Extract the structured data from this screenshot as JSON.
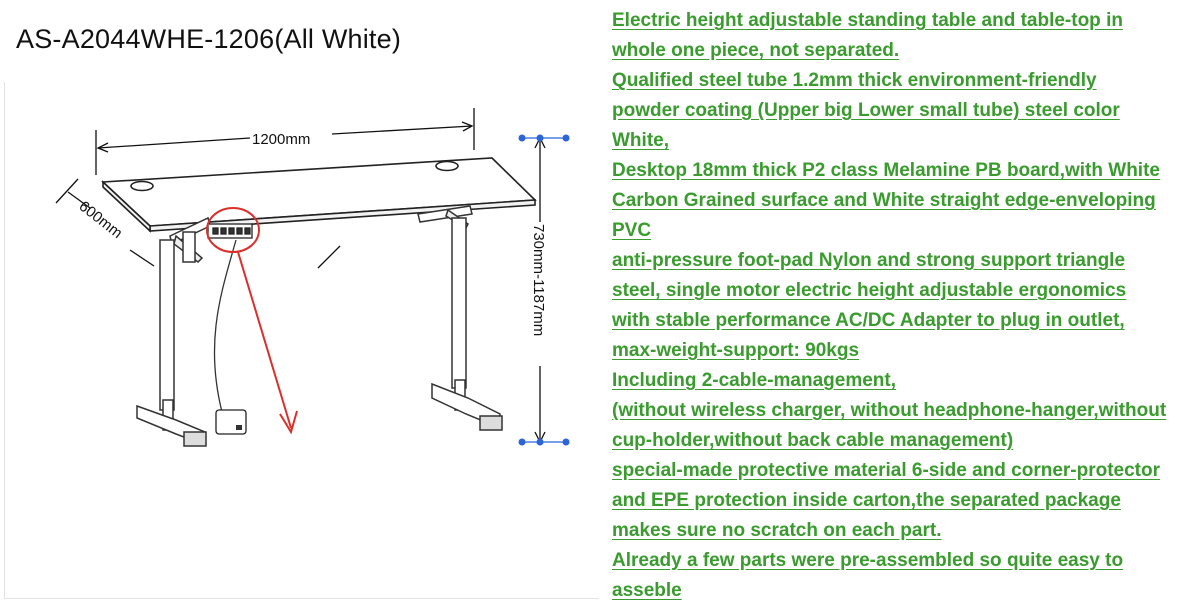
{
  "product": {
    "model_title": "AS-A2044WHE-1206(All White)"
  },
  "dimensions": {
    "width": "1200mm",
    "depth": "600mm",
    "height": "730mm-1187mm"
  },
  "description_lines": [
    "Electric height adjustable standing table and table-top in",
    "whole one piece, not separated.",
    "Qualified steel tube 1.2mm thick environment-friendly",
    "powder coating (Upper big Lower small tube) steel color",
    "White,",
    "Desktop 18mm thick P2 class Melamine PB board,with White",
    "Carbon Grained surface and White straight edge-enveloping",
    "PVC",
    "anti-pressure foot-pad Nylon and strong support triangle",
    "steel, single motor electric height adjustable ergonomics",
    "with stable performance AC/DC Adapter to plug in outlet,",
    "max-weight-support: 90kgs",
    "Including 2-cable-management,",
    "(without wireless charger, without headphone-hanger,without",
    "cup-holder,without back cable management)",
    "special-made protective material 6-side and corner-protector",
    "and EPE protection inside carton,the separated package",
    "makes sure no scratch on each part.",
    "Already a few parts were pre-assembled so quite easy to",
    "asseble"
  ],
  "colors": {
    "text_green": "#3a9b2e",
    "highlight_red": "#d9302c",
    "handle_blue": "#2b63d9"
  }
}
